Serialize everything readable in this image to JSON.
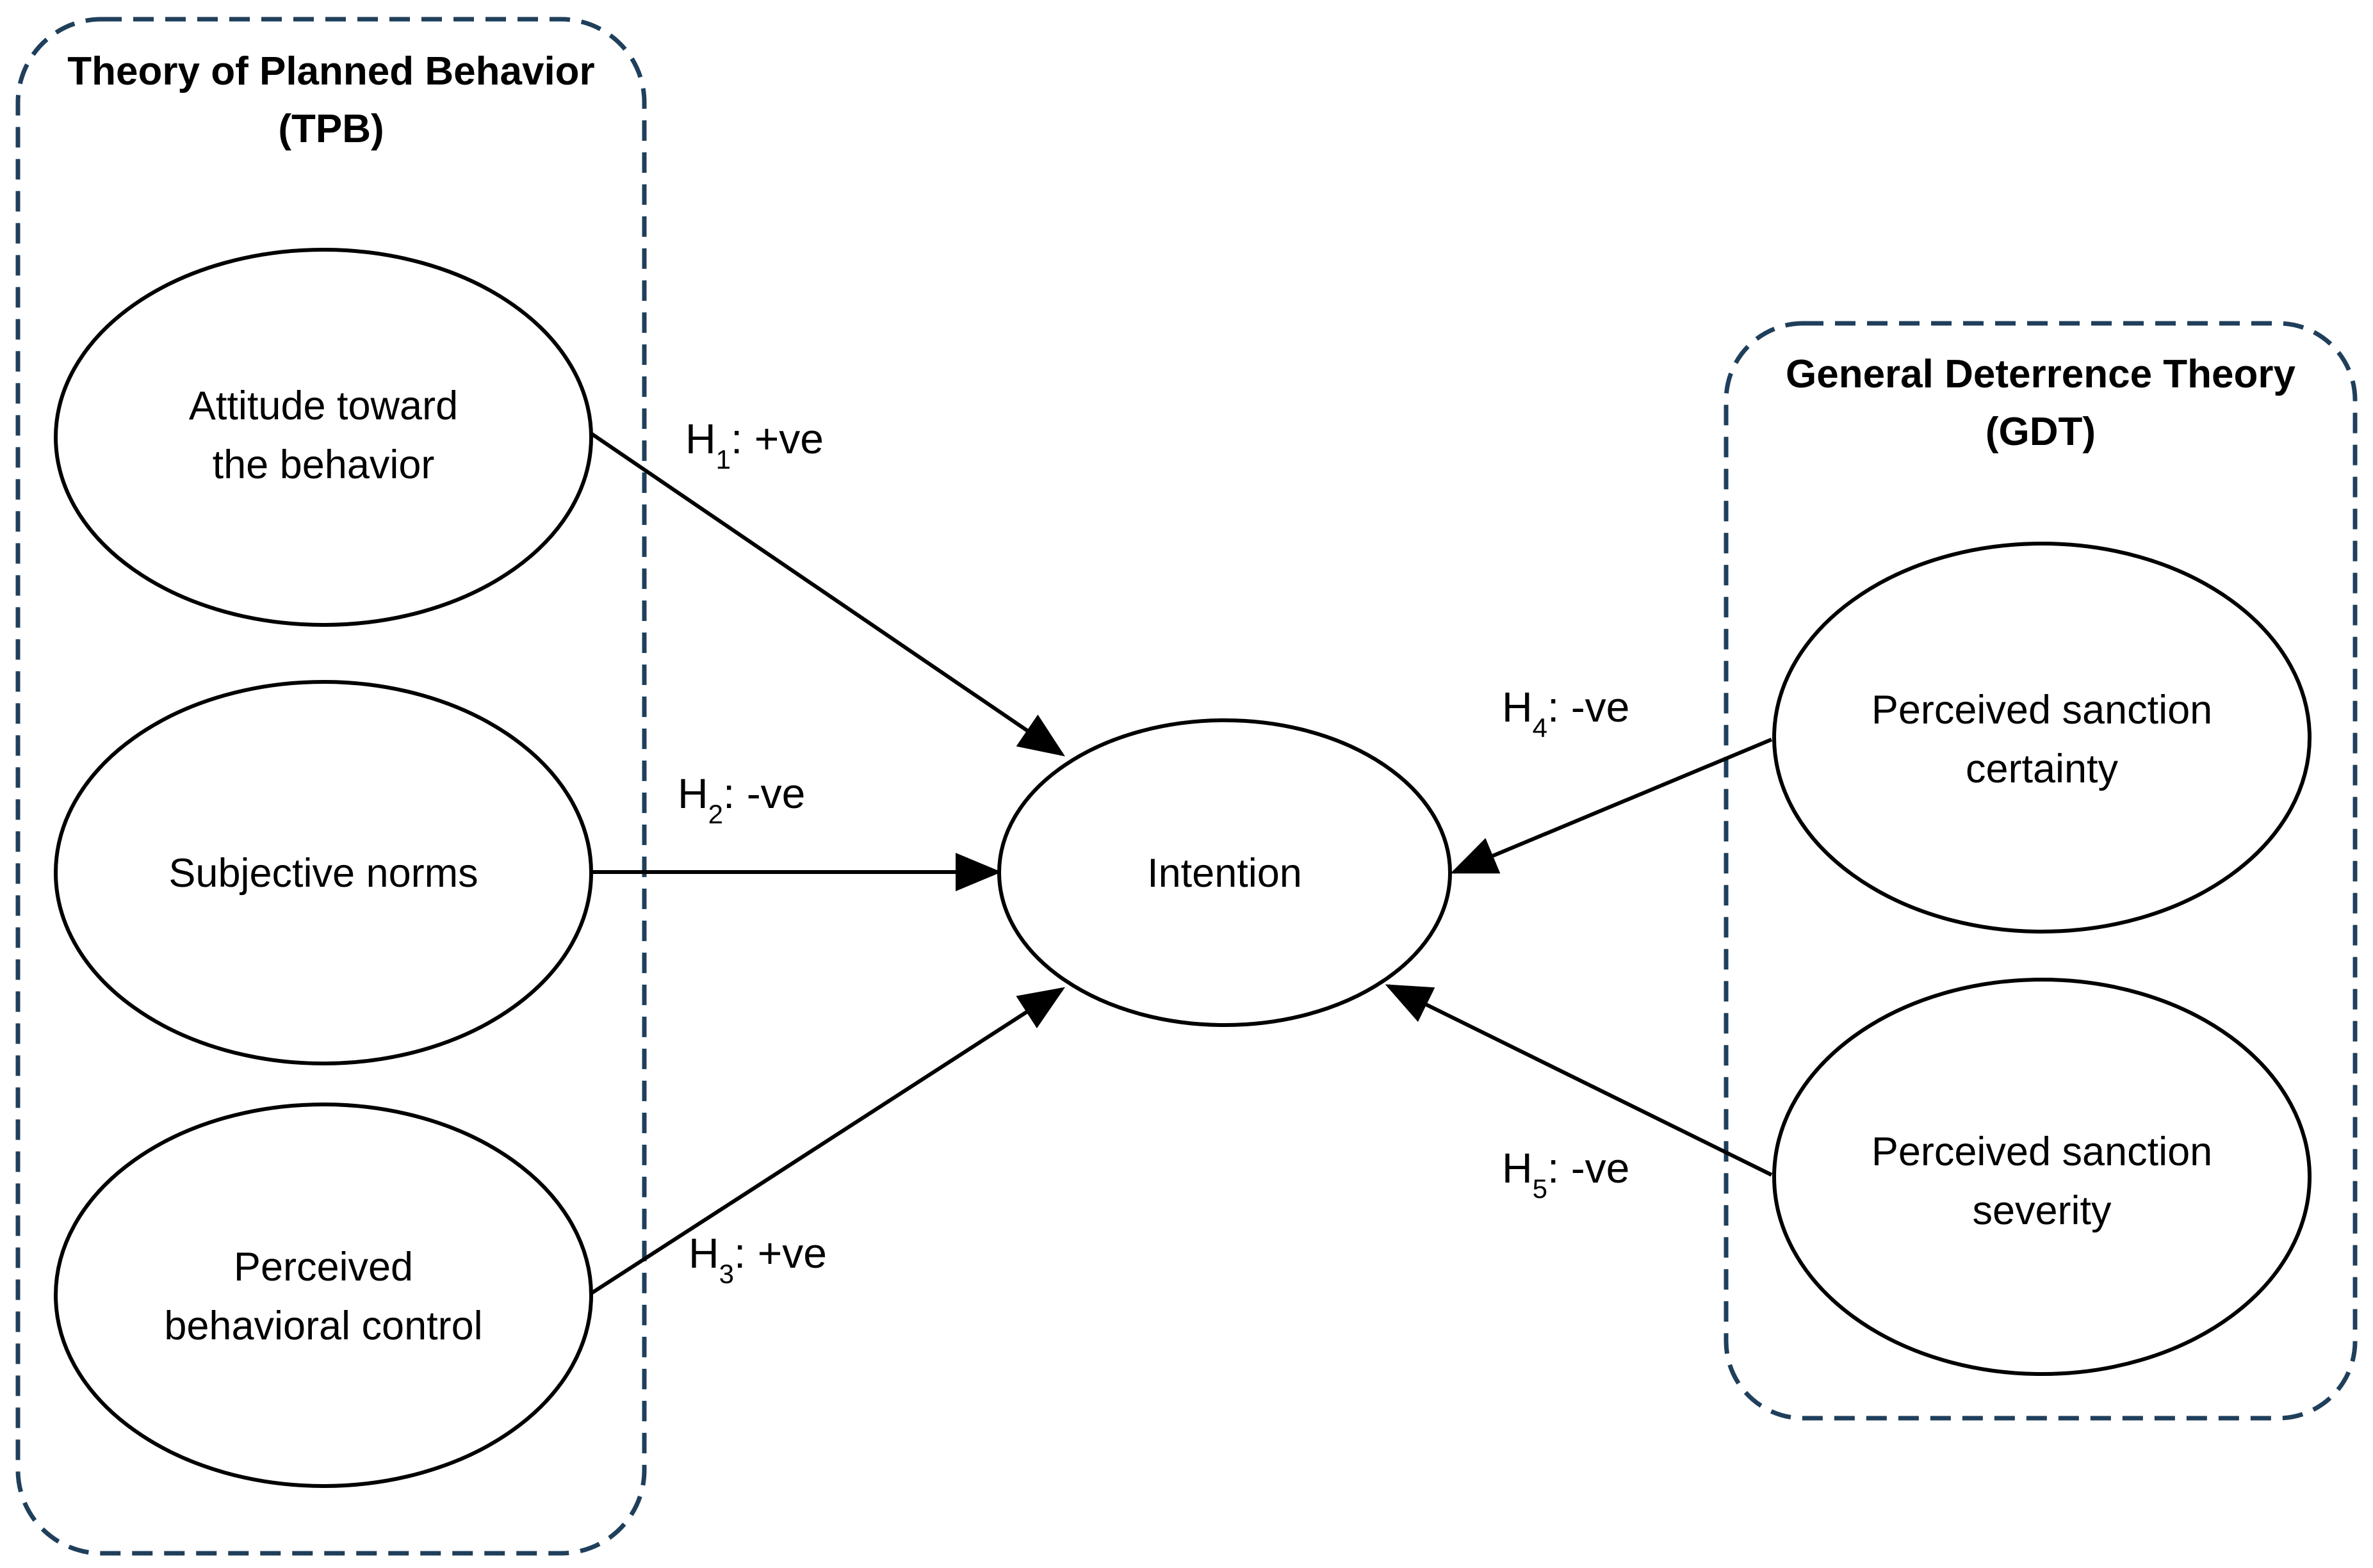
{
  "groups": {
    "tpb": {
      "title_line1": "Theory of Planned Behavior",
      "title_line2": "(TPB)"
    },
    "gdt": {
      "title_line1": "General Deterrence Theory",
      "title_line2": "(GDT)"
    }
  },
  "nodes": {
    "attitude": {
      "line1": "Attitude toward",
      "line2": "the behavior"
    },
    "subjective": {
      "line1": "Subjective norms"
    },
    "pbc": {
      "line1": "Perceived",
      "line2": "behavioral control"
    },
    "intention": {
      "line1": "Intention"
    },
    "certainty": {
      "line1": "Perceived sanction",
      "line2": "certainty"
    },
    "severity": {
      "line1": "Perceived sanction",
      "line2": "severity"
    }
  },
  "hypotheses": {
    "h1": {
      "letter": "H",
      "sub": "1",
      "effect": ": +ve"
    },
    "h2": {
      "letter": "H",
      "sub": "2",
      "effect": ": -ve"
    },
    "h3": {
      "letter": "H",
      "sub": "3",
      "effect": ": +ve"
    },
    "h4": {
      "letter": "H",
      "sub": "4",
      "effect": ": -ve"
    },
    "h5": {
      "letter": "H",
      "sub": "5",
      "effect": ": -ve"
    }
  },
  "colors": {
    "group_border": "#1f3f5b",
    "stroke": "#000000"
  }
}
